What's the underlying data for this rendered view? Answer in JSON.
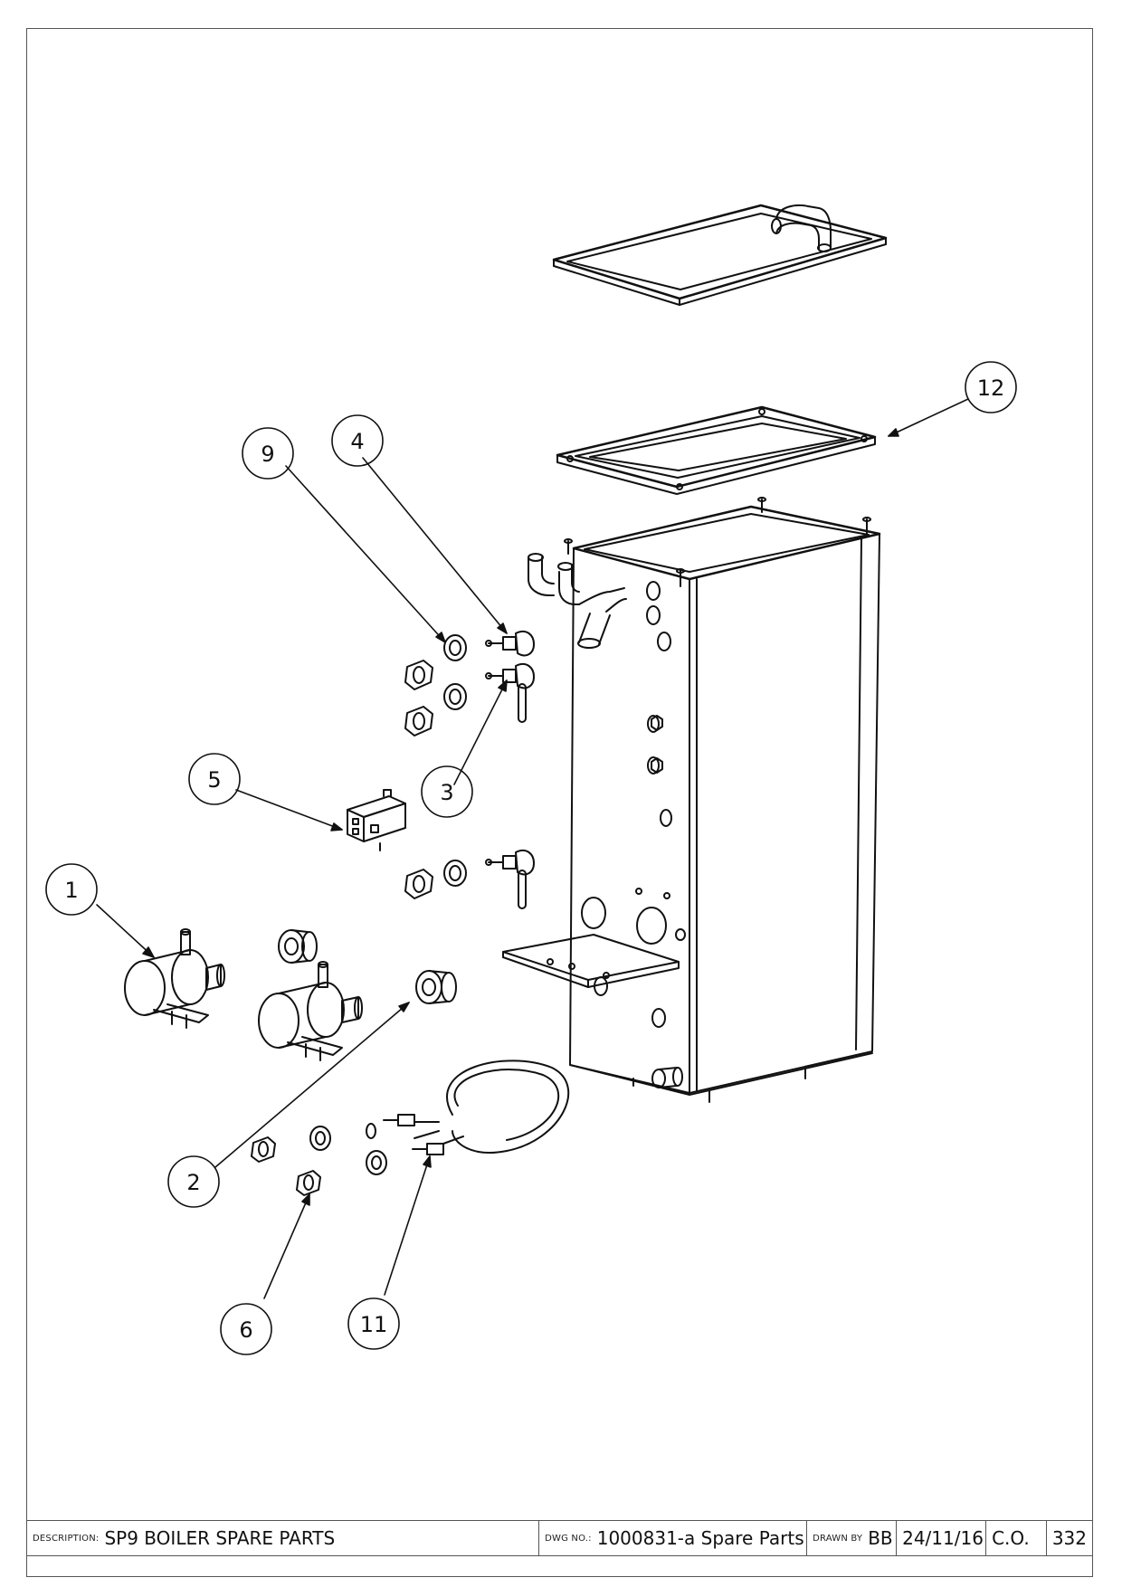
{
  "balloons": [
    {
      "id": "b1",
      "label": "1"
    },
    {
      "id": "b2",
      "label": "2"
    },
    {
      "id": "b3",
      "label": "3"
    },
    {
      "id": "b4",
      "label": "4"
    },
    {
      "id": "b5",
      "label": "5"
    },
    {
      "id": "b6",
      "label": "6"
    },
    {
      "id": "b9",
      "label": "9"
    },
    {
      "id": "b11",
      "label": "11"
    },
    {
      "id": "b12",
      "label": "12"
    }
  ],
  "title_block": {
    "description_label": "DESCRIPTION:",
    "description": "SP9 BOILER SPARE PARTS",
    "dwg_no_label": "DWG NO.:",
    "dwg_no": "1000831-a Spare Parts",
    "drawn_by_label": "DRAWN BY",
    "drawn_by": "BB",
    "date": "24/11/16",
    "co_label": "C.O.",
    "co_number": "332"
  }
}
